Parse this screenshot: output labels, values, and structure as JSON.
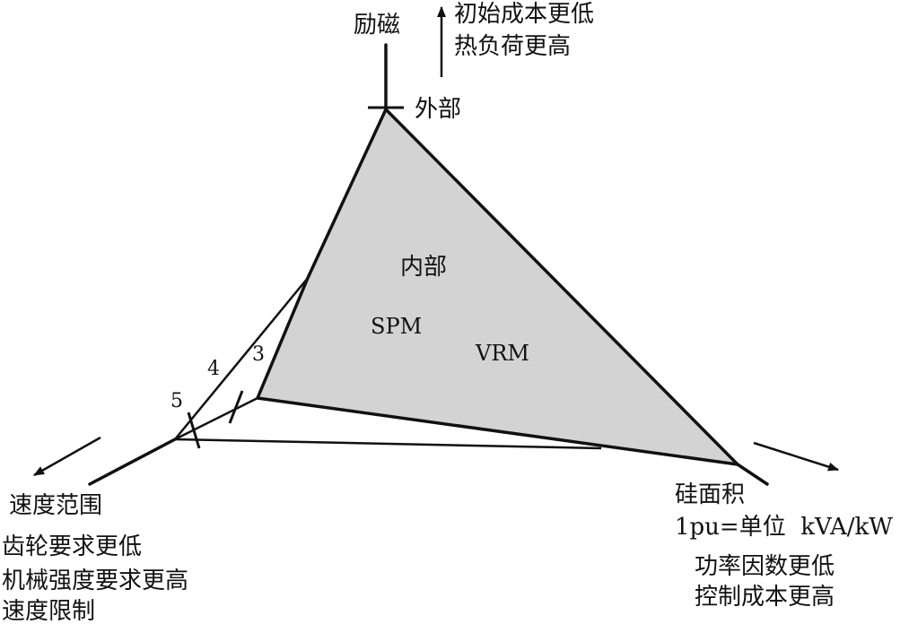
{
  "axes": {
    "excitation": {
      "label": "励磁",
      "arrow_note": [
        "初始成本更低",
        "热负荷更高"
      ],
      "extreme_label": "外部"
    },
    "speed": {
      "label": "速度范围",
      "notes": [
        "齿轮要求更低",
        "机械强度要求更高",
        "速度限制"
      ],
      "tick_labels": [
        "4",
        "5"
      ]
    },
    "silicon": {
      "label": "硅面积",
      "unit_note": "1pu=单位  kVA/kW",
      "notes": [
        "功率因数更低",
        "控制成本更高"
      ]
    }
  },
  "region": {
    "label": "内部",
    "fill": "#d3d3d3",
    "machines": [
      "SPM",
      "VRM"
    ],
    "inner_tick": "3"
  }
}
